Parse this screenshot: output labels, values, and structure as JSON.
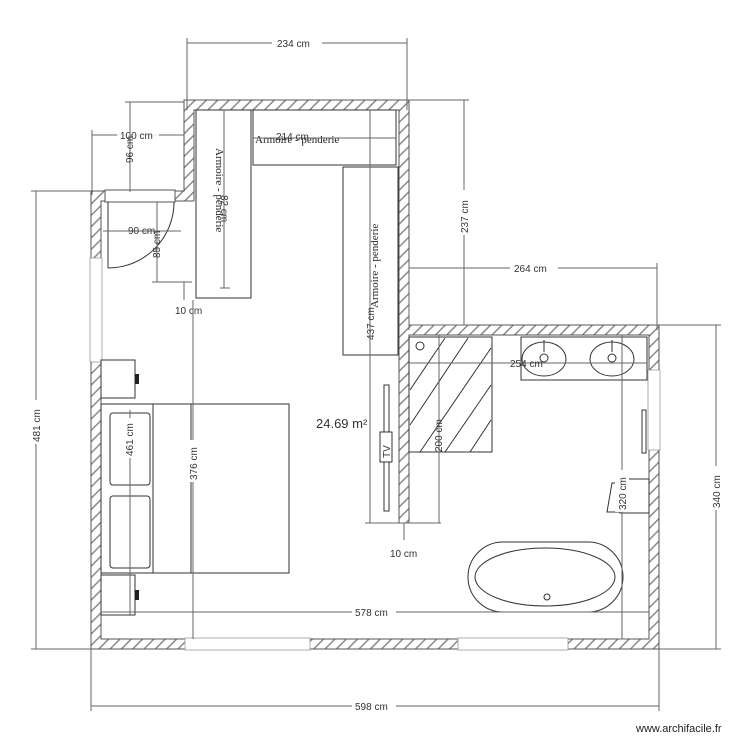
{
  "room": {
    "area_label": "24.69 m²"
  },
  "furniture": {
    "wardrobe_left_label": "Armoire - penderie",
    "wardrobe_top_label": "Armoire - penderie",
    "wardrobe_right_label": "Armoire - penderie",
    "tv_label": "TV"
  },
  "dimensions": {
    "top_234": "234 cm",
    "left_100": "100 cm",
    "left_96": "96 cm",
    "wardrobe_top_214": "214 cm",
    "wardrobe_left_82": "82 cm",
    "door_90": "90 cm",
    "door_85": "85 cm",
    "gap_10_top": "10 cm",
    "right_237": "237 cm",
    "right_264": "264 cm",
    "wardrobe_437": "437 cm",
    "vanity_254": "254 cm",
    "shower_200": "200 cm",
    "bed_461": "461 cm",
    "bed_376": "376 cm",
    "gap_10_bottom": "10 cm",
    "bath_320": "320 cm",
    "right_340": "340 cm",
    "left_481": "481 cm",
    "inner_578": "578 cm",
    "outer_598": "598 cm"
  },
  "footer": {
    "credit": "www.archifacile.fr"
  }
}
